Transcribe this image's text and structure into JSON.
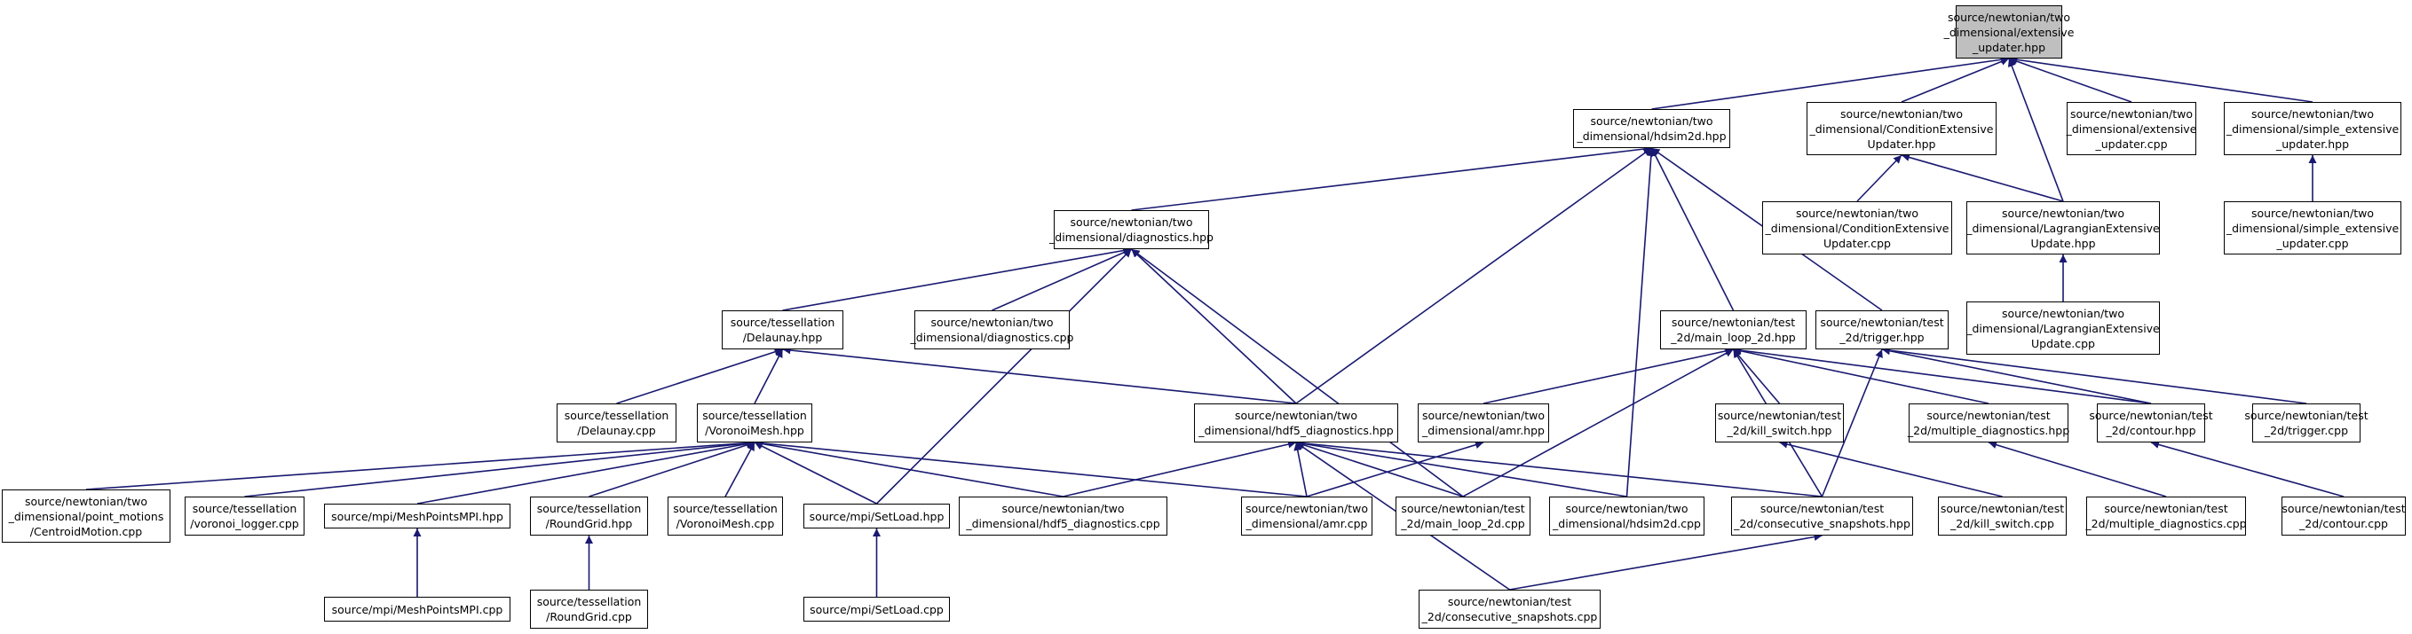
{
  "graph": {
    "edge_color": "#191970",
    "root_fill": "#bfbfbf",
    "nodes": {
      "n0": "source/newtonian/two\n_dimensional/extensive\n_updater.hpp",
      "n1": "source/newtonian/two\n_dimensional/hdsim2d.hpp",
      "n2": "source/newtonian/two\n_dimensional/ConditionExtensive\nUpdater.hpp",
      "n3": "source/newtonian/two\n_dimensional/extensive\n_updater.cpp",
      "n4": "source/newtonian/two\n_dimensional/simple_extensive\n_updater.hpp",
      "n5": "source/newtonian/two\n_dimensional/ConditionExtensive\nUpdater.cpp",
      "n6": "source/newtonian/two\n_dimensional/LagrangianExtensive\nUpdate.hpp",
      "n7": "source/newtonian/two\n_dimensional/simple_extensive\n_updater.cpp",
      "n8": "source/newtonian/two\n_dimensional/diagnostics.hpp",
      "n9": "source/newtonian/two\n_dimensional/LagrangianExtensive\nUpdate.cpp",
      "n10": "source/tessellation\n/Delaunay.hpp",
      "n11": "source/newtonian/two\n_dimensional/diagnostics.cpp",
      "n12": "source/newtonian/test\n_2d/main_loop_2d.hpp",
      "n13": "source/newtonian/test\n_2d/trigger.hpp",
      "n14": "source/tessellation\n/Delaunay.cpp",
      "n15": "source/tessellation\n/VoronoiMesh.hpp",
      "n16": "source/newtonian/two\n_dimensional/hdf5_diagnostics.hpp",
      "n17": "source/newtonian/two\n_dimensional/amr.hpp",
      "n18": "source/newtonian/test\n_2d/kill_switch.hpp",
      "n19": "source/newtonian/test\n_2d/multiple_diagnostics.hpp",
      "n20": "source/newtonian/test\n_2d/contour.hpp",
      "n21": "source/newtonian/test\n_2d/trigger.cpp",
      "n22": "source/newtonian/two\n_dimensional/point_motions\n/CentroidMotion.cpp",
      "n23": "source/tessellation\n/voronoi_logger.cpp",
      "n24": "source/mpi/MeshPointsMPI.hpp",
      "n25": "source/tessellation\n/RoundGrid.hpp",
      "n26": "source/tessellation\n/VoronoiMesh.cpp",
      "n27": "source/mpi/SetLoad.hpp",
      "n28": "source/newtonian/two\n_dimensional/hdf5_diagnostics.cpp",
      "n29": "source/newtonian/two\n_dimensional/amr.cpp",
      "n30": "source/newtonian/test\n_2d/main_loop_2d.cpp",
      "n31": "source/newtonian/two\n_dimensional/hdsim2d.cpp",
      "n32": "source/newtonian/test\n_2d/consecutive_snapshots.hpp",
      "n33": "source/newtonian/test\n_2d/kill_switch.cpp",
      "n34": "source/newtonian/test\n_2d/multiple_diagnostics.cpp",
      "n35": "source/newtonian/test\n_2d/contour.cpp",
      "n36": "source/mpi/MeshPointsMPI.cpp",
      "n37": "source/tessellation\n/RoundGrid.cpp",
      "n38": "source/mpi/SetLoad.cpp",
      "n39": "source/newtonian/test\n_2d/consecutive_snapshots.cpp"
    },
    "edges": [
      [
        "n1",
        "n0"
      ],
      [
        "n2",
        "n0"
      ],
      [
        "n3",
        "n0"
      ],
      [
        "n4",
        "n0"
      ],
      [
        "n6",
        "n0"
      ],
      [
        "n5",
        "n2"
      ],
      [
        "n6",
        "n2"
      ],
      [
        "n7",
        "n4"
      ],
      [
        "n9",
        "n6"
      ],
      [
        "n8",
        "n1"
      ],
      [
        "n16",
        "n1"
      ],
      [
        "n31",
        "n1"
      ],
      [
        "n12",
        "n1"
      ],
      [
        "n13",
        "n1"
      ],
      [
        "n10",
        "n8"
      ],
      [
        "n11",
        "n8"
      ],
      [
        "n16",
        "n8"
      ],
      [
        "n27",
        "n8"
      ],
      [
        "n30",
        "n8"
      ],
      [
        "n14",
        "n10"
      ],
      [
        "n15",
        "n10"
      ],
      [
        "n16",
        "n10"
      ],
      [
        "n17",
        "n12"
      ],
      [
        "n18",
        "n12"
      ],
      [
        "n19",
        "n12"
      ],
      [
        "n20",
        "n12"
      ],
      [
        "n30",
        "n12"
      ],
      [
        "n32",
        "n12"
      ],
      [
        "n32",
        "n13"
      ],
      [
        "n20",
        "n13"
      ],
      [
        "n21",
        "n13"
      ],
      [
        "n22",
        "n15"
      ],
      [
        "n23",
        "n15"
      ],
      [
        "n24",
        "n15"
      ],
      [
        "n25",
        "n15"
      ],
      [
        "n26",
        "n15"
      ],
      [
        "n27",
        "n15"
      ],
      [
        "n28",
        "n15"
      ],
      [
        "n29",
        "n15"
      ],
      [
        "n28",
        "n16"
      ],
      [
        "n29",
        "n16"
      ],
      [
        "n30",
        "n16"
      ],
      [
        "n31",
        "n16"
      ],
      [
        "n32",
        "n16"
      ],
      [
        "n39",
        "n16"
      ],
      [
        "n29",
        "n17"
      ],
      [
        "n33",
        "n18"
      ],
      [
        "n34",
        "n19"
      ],
      [
        "n35",
        "n20"
      ],
      [
        "n36",
        "n24"
      ],
      [
        "n37",
        "n25"
      ],
      [
        "n38",
        "n27"
      ],
      [
        "n39",
        "n32"
      ]
    ]
  }
}
